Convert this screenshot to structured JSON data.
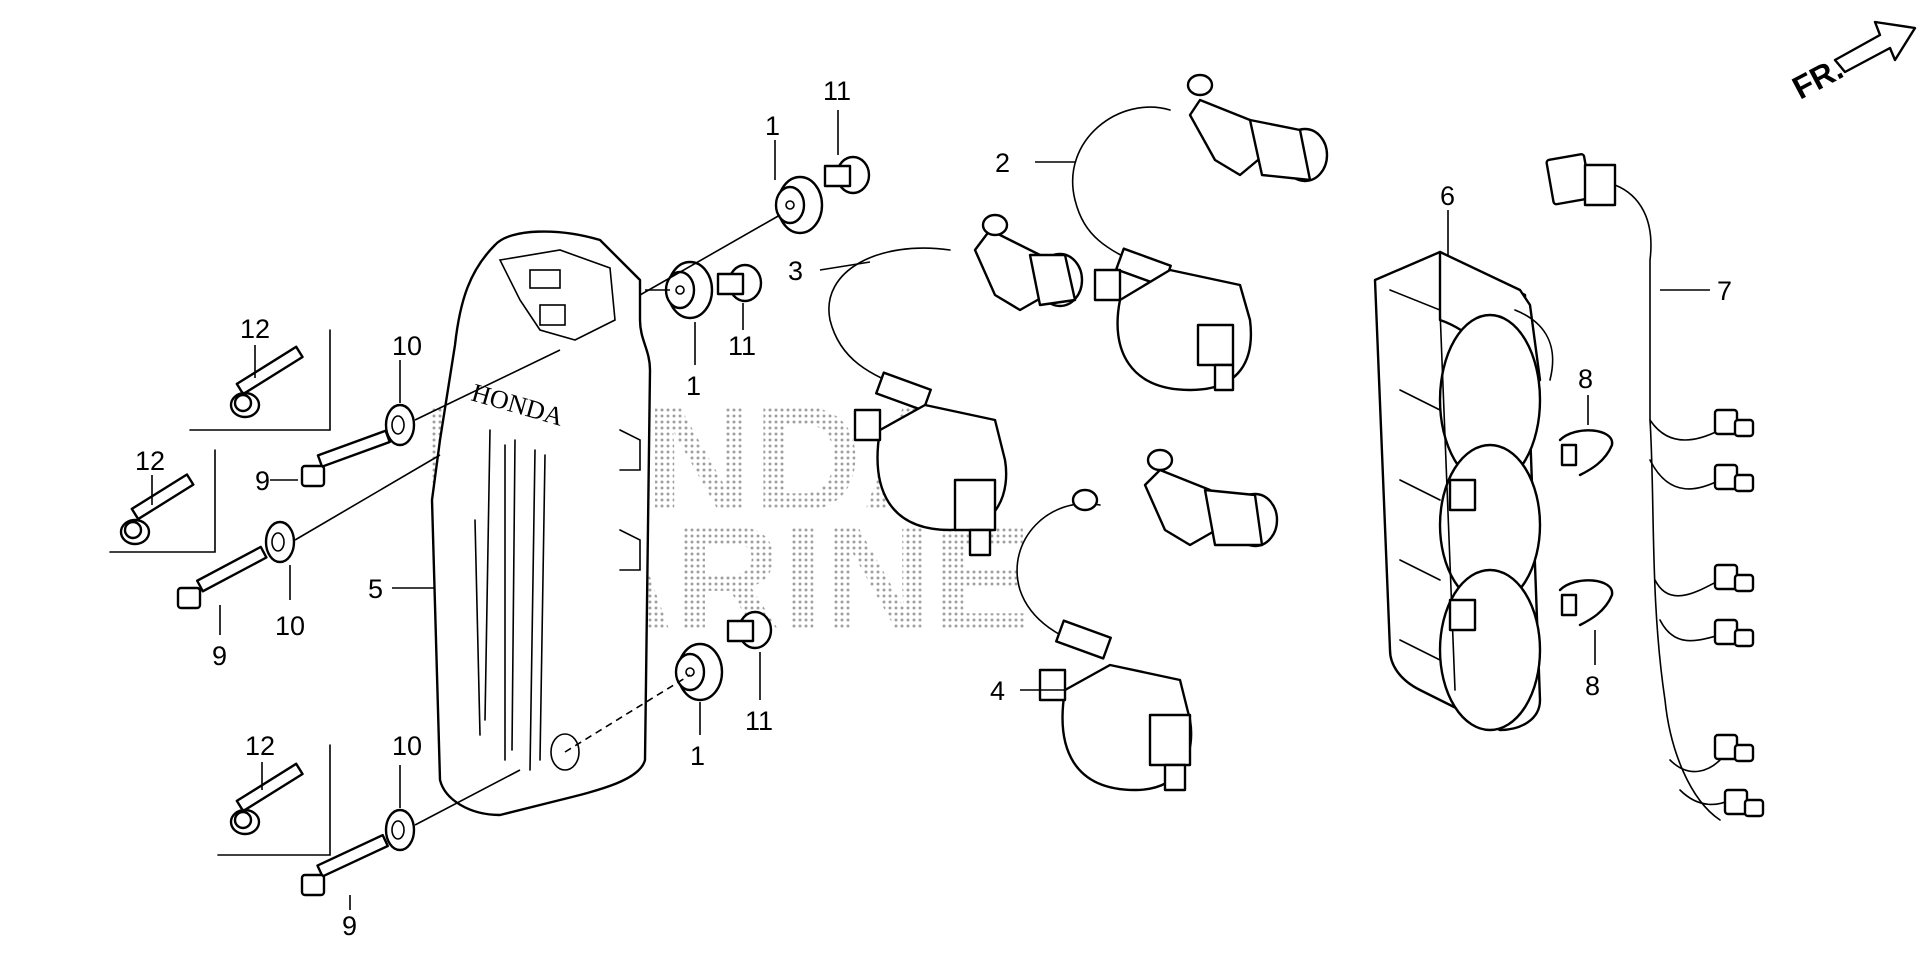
{
  "diagram": {
    "orientation_label": "FR.",
    "watermark": [
      "HONDA",
      "MARINE"
    ],
    "cover_brand": "HONDA",
    "callouts": [
      "1",
      "11",
      "2",
      "3",
      "6",
      "7",
      "12",
      "10",
      "1",
      "11",
      "8",
      "9",
      "12",
      "9",
      "10",
      "5",
      "11",
      "1",
      "4",
      "8",
      "12",
      "10",
      "9"
    ]
  }
}
